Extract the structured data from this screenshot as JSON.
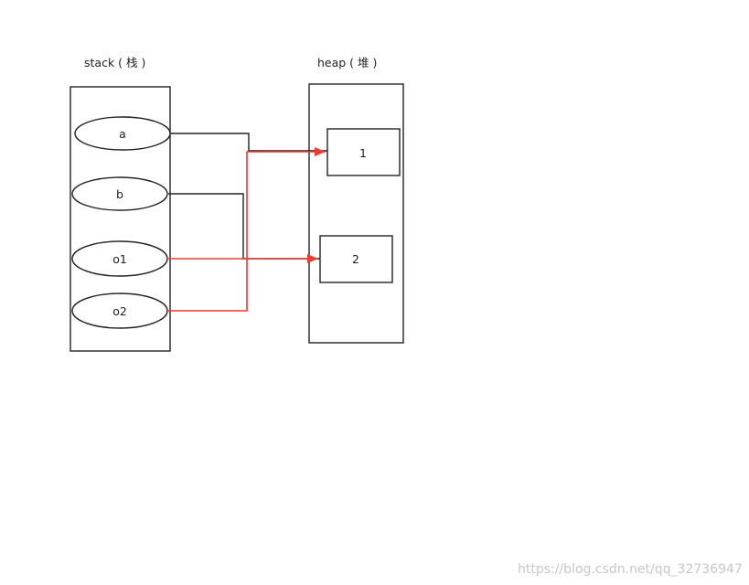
{
  "stack": {
    "title": "stack ( 栈 )",
    "vars": {
      "a": "a",
      "b": "b",
      "o1": "o1",
      "o2": "o2"
    }
  },
  "heap": {
    "title": "heap ( 堆 )",
    "objects": {
      "obj1": "1",
      "obj2": "2"
    }
  },
  "watermark": "https://blog.csdn.net/qq_32736947",
  "colors": {
    "reference_line": "#222222",
    "highlight_reference": "#ee3b33"
  }
}
